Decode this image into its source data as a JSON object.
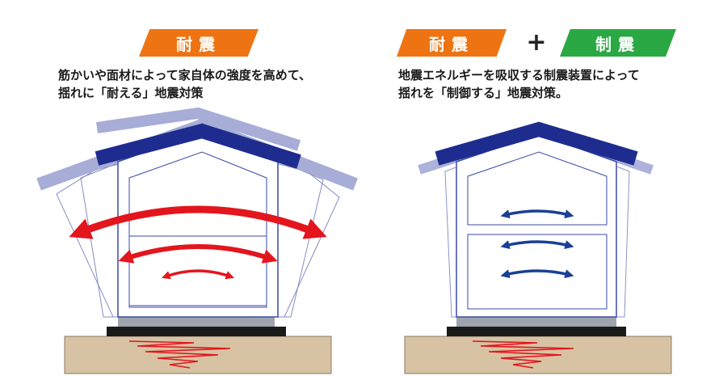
{
  "left": {
    "badge": "耐震",
    "description_line1": "筋かいや面材によって家自体の強度を高めて、",
    "description_line2": "揺れに「耐える」地震対策",
    "colors": {
      "badge": "#ee7413",
      "arrows": "#e3151d",
      "roof": "#1f2c8f",
      "roof_shadow": "#8a92c9"
    },
    "icons": [
      "house-icon",
      "double-arrow-icon",
      "ground-wave-icon"
    ]
  },
  "right": {
    "badge_left": "耐震",
    "plus": "+",
    "badge_right": "制震",
    "description_line1": "地震エネルギーを吸収する制震装置によって",
    "description_line2": "揺れを「制御する」地震対策。",
    "colors": {
      "badge_left": "#ee7413",
      "badge_right": "#2aa843",
      "arrows": "#1a3f95",
      "roof": "#1f2c8f"
    },
    "icons": [
      "house-icon",
      "double-arrow-icon",
      "ground-wave-icon"
    ]
  }
}
